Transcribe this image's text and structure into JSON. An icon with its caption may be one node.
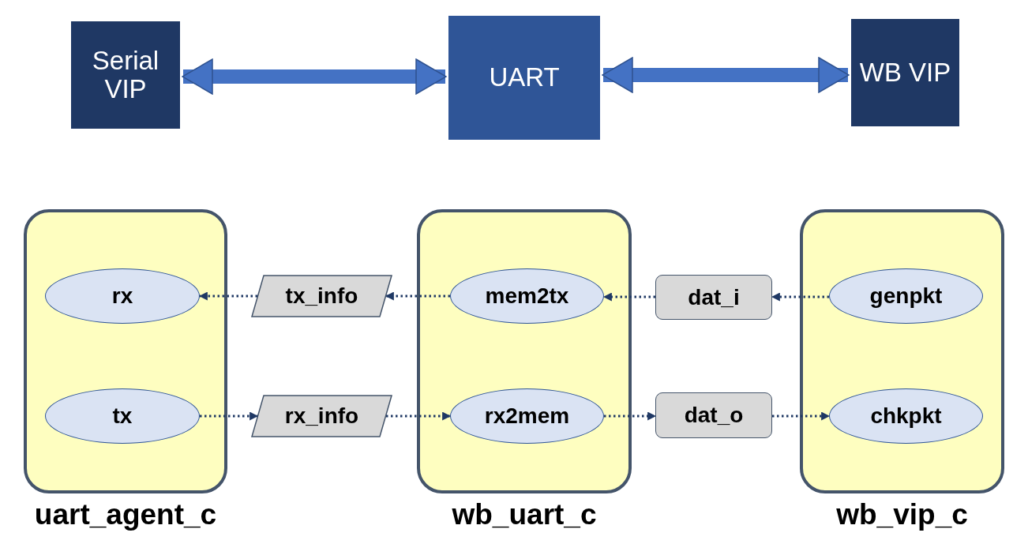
{
  "diagram": {
    "nodes": [
      {
        "text": [
          "Serial VIP"
        ]
      },
      {
        "text": [
          "UART"
        ]
      },
      {
        "text": [
          "WB VIP"
        ]
      },
      {
        "text": [
          "uart_agent_c"
        ]
      },
      {
        "text": [
          "rx"
        ],
        "in": 3
      },
      {
        "text": [
          "tx"
        ],
        "in": 3
      },
      {
        "text": [
          "tx_info"
        ]
      },
      {
        "text": [
          "rx_info"
        ]
      },
      {
        "text": [
          "wb_uart_c"
        ]
      },
      {
        "text": [
          "mem2tx"
        ],
        "in": 8
      },
      {
        "text": [
          "rx2mem"
        ],
        "in": 8
      },
      {
        "text": [
          "dat_i"
        ]
      },
      {
        "text": [
          "dat_o"
        ]
      },
      {
        "text": [
          "wb_vip_c"
        ]
      },
      {
        "text": [
          "genpkt"
        ],
        "in": 13
      },
      {
        "text": [
          "chkpkt"
        ],
        "in": 13
      }
    ],
    "edges": [
      {
        "from": 0,
        "to": 1,
        "arrow": "both",
        "style": "thick",
        "color": "#4472c4"
      },
      {
        "from": 1,
        "to": 2,
        "arrow": "both",
        "style": "thick",
        "color": "#4472c4"
      },
      {
        "from": 9,
        "to": 6,
        "arrow": "to",
        "style": "dashed"
      },
      {
        "from": 6,
        "to": 4,
        "arrow": "to",
        "style": "dashed"
      },
      {
        "from": 14,
        "to": 11,
        "arrow": "to",
        "style": "dashed"
      },
      {
        "from": 11,
        "to": 9,
        "arrow": "to",
        "style": "dashed"
      },
      {
        "from": 5,
        "to": 7,
        "arrow": "to",
        "style": "dashed"
      },
      {
        "from": 7,
        "to": 10,
        "arrow": "to",
        "style": "dashed"
      },
      {
        "from": 10,
        "to": 12,
        "arrow": "to",
        "style": "dashed"
      },
      {
        "from": 12,
        "to": 15,
        "arrow": "to",
        "style": "dashed"
      }
    ]
  }
}
